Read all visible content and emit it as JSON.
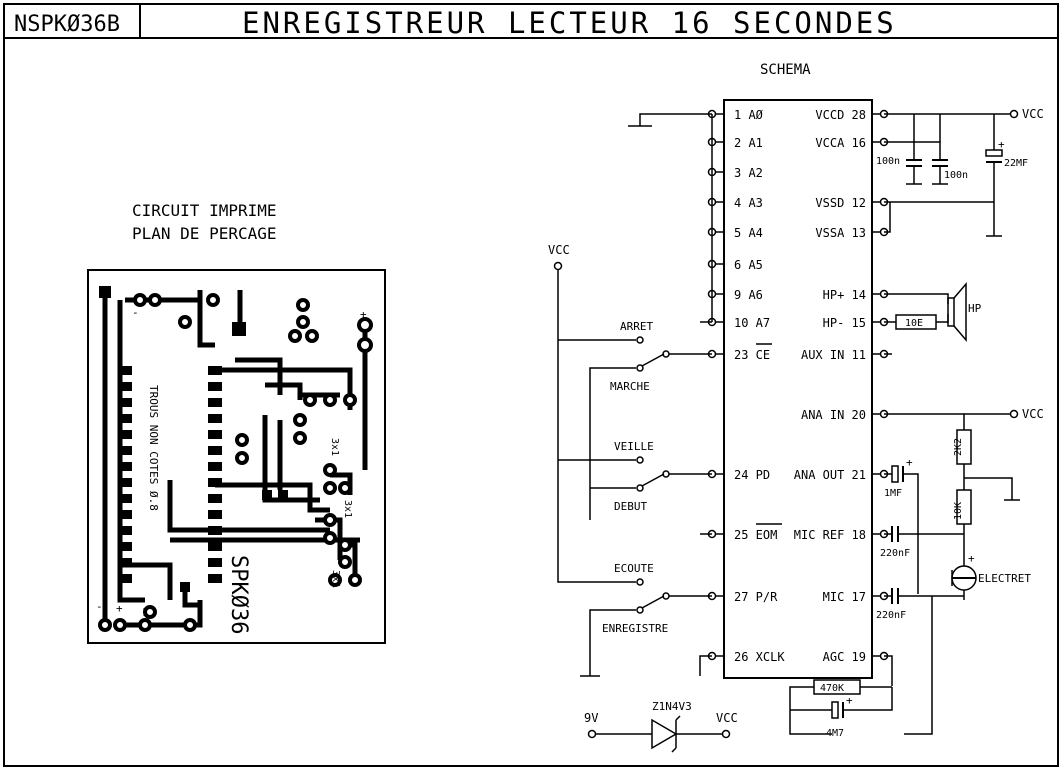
{
  "header": {
    "ref": "NSPKØ36B",
    "title": "ENREGISTREUR LECTEUR 16 SECONDES"
  },
  "pcb": {
    "title_line1": "CIRCUIT IMPRIME",
    "title_line2": "PLAN DE PERCAGE",
    "holes_note": "TROUS NON COTES Ø.8",
    "board_label": "SPKØ36",
    "strap_labels": [
      "3x1",
      "3x1",
      "3x1"
    ],
    "pad_marks": [
      "-",
      "+",
      "-",
      "+",
      "1"
    ]
  },
  "schematic": {
    "title": "SCHEMA",
    "left_pins": [
      "1 AØ",
      "2 A1",
      "3 A2",
      "4 A3",
      "5 A4",
      "6 A5",
      "9 A6",
      "10 A7",
      "23 CE",
      "24 PD",
      "25 EOM",
      "27 P/R",
      "26 XCLK"
    ],
    "right_pins": [
      "VCCD 28",
      "VCCA 16",
      "VSSD 12",
      "VSSA 13",
      "HP+ 14",
      "HP- 15",
      "AUX IN 11",
      "ANA IN 20",
      "ANA OUT 21",
      "MIC REF 18",
      "MIC 17",
      "AGC 19"
    ],
    "switch_labels": [
      "ARRET",
      "MARCHE",
      "VEILLE",
      "DEBUT",
      "ECOUTE",
      "ENREGISTRE"
    ],
    "components": {
      "c1": "100n",
      "c2": "100n",
      "c3": "22MF",
      "speaker": "HP",
      "r_hp": "10E",
      "r1": "2K2",
      "r2": "10K",
      "c_out": "1MF",
      "c_ref": "220nF",
      "c_mic": "220nF",
      "mic": "ELECTRET",
      "r_agc": "470K",
      "c_agc": "4M7",
      "zener": "Z1N4V3",
      "in_9v": "9V"
    },
    "supply": "VCC",
    "polarity_plus": "+"
  }
}
